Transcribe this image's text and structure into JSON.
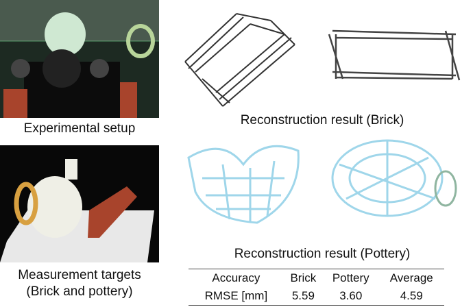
{
  "captions": {
    "setup": "Experimental setup",
    "targets_line1": "Measurement targets",
    "targets_line2": "(Brick and pottery)",
    "brick": "Reconstruction result (Brick)",
    "pottery": "Reconstruction result (Pottery)"
  },
  "table": {
    "headers": [
      "Accuracy",
      "Brick",
      "Pottery",
      "Average"
    ],
    "rows": [
      [
        "RMSE [mm]",
        "5.59",
        "3.60",
        "4.59"
      ]
    ]
  },
  "colors": {
    "brick": "#a8442c",
    "mesh": "#9fd6ea",
    "cloud": "#333333"
  }
}
